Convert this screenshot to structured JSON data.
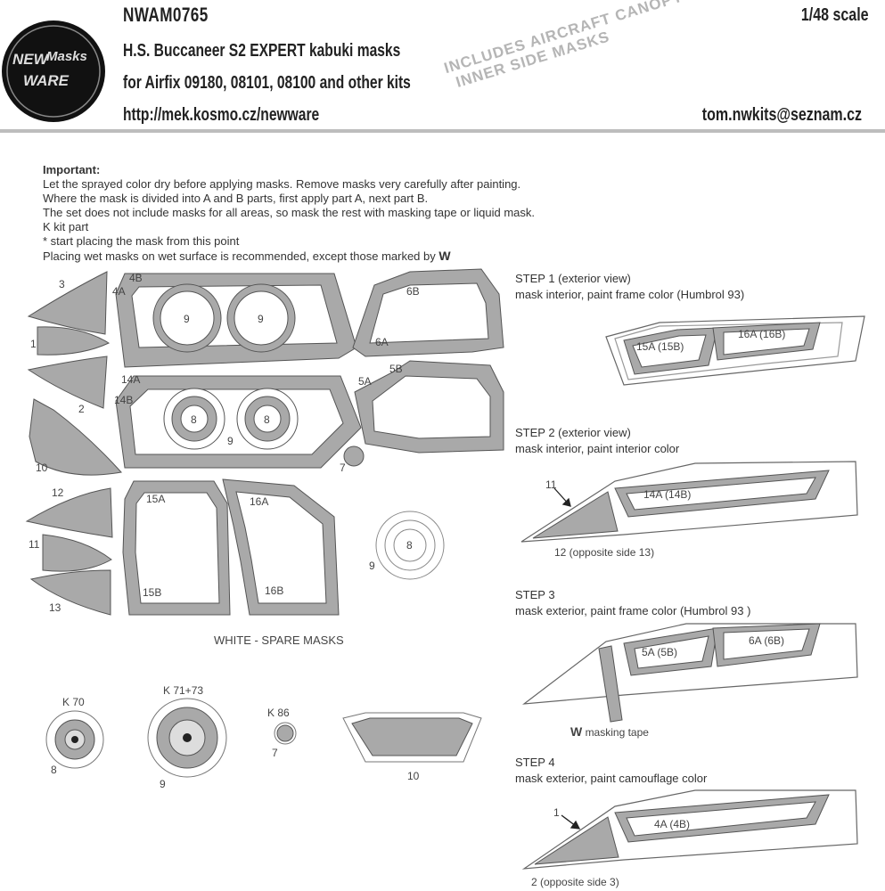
{
  "header": {
    "product_code": "NWAM0765",
    "title": "H.S. Buccaneer S2 EXPERT kabuki masks",
    "kits": "for Airfix 09180, 08101, 08100 and other kits",
    "url": "http://mek.kosmo.cz/newware",
    "scale": "1/48 scale",
    "email": "tom.nwkits@seznam.cz",
    "stamp_line1": "INCLUDES AIRCRAFT CANOPY",
    "stamp_line2": "INNER SIDE  MASKS"
  },
  "logo": {
    "line1": "NEW",
    "line2": "Masks",
    "line3": "WARE"
  },
  "important": {
    "title": "Important:",
    "lines": [
      "Let the sprayed color dry before applying masks. Remove masks very carefully after painting.",
      "Where the mask is divided into A and B parts, first apply part A, next part B.",
      "The set does not include masks for all areas, so mask the rest with masking tape or liquid mask.",
      "K kit part",
      "*  start placing the mask from this point",
      "Placing wet masks on wet surface is recommended, except those marked by "
    ],
    "wet_mark": "W"
  },
  "mask_labels": {
    "m3": "3",
    "m1": "1",
    "m2": "2",
    "m10": "10",
    "m12": "12",
    "m11": "11",
    "m13": "13",
    "m4B": "4B",
    "m4A": "4A",
    "m9a": "9",
    "m9b": "9",
    "m14A": "14A",
    "m14B": "14B",
    "m8a": "8",
    "m8b": "8",
    "m9c": "9",
    "m7": "7",
    "m6B": "6B",
    "m6A": "6A",
    "m5B": "5B",
    "m5A": "5A",
    "m15A": "15A",
    "m15B": "15B",
    "m16A": "16A",
    "m16B": "16B",
    "m9d": "9",
    "m8c": "8"
  },
  "spare_label": "WHITE - SPARE MASKS",
  "kit_parts": {
    "k70": "K 70",
    "k70_num": "8",
    "k71": "K 71+73",
    "k71_num": "9",
    "k86": "K 86",
    "k86_num": "7",
    "k10_num": "10"
  },
  "steps": [
    {
      "title": "STEP 1 (exterior view)",
      "desc": "mask interior, paint frame color (Humbrol 93)",
      "labels": [
        "15A (15B)",
        "16A (16B)"
      ]
    },
    {
      "title": "STEP 2 (exterior view)",
      "desc": "mask interior, paint interior color",
      "labels": [
        "14A (14B)"
      ],
      "callout": "11",
      "note": "12 (opposite side 13)"
    },
    {
      "title": "STEP 3",
      "desc": "mask exterior, paint frame color (Humbrol 93 )",
      "labels": [
        "5A (5B)",
        "6A (6B)"
      ],
      "tape_mark": "W",
      "tape_note": "masking tape"
    },
    {
      "title": "STEP 4",
      "desc": "mask exterior, paint camouflage color",
      "labels": [
        "4A (4B)"
      ],
      "callout": "1",
      "note": "2 (opposite side 3)"
    }
  ],
  "colors": {
    "mask_gray": "#a9a9a9",
    "outline": "#555555",
    "stamp": "#b5b5b5"
  }
}
